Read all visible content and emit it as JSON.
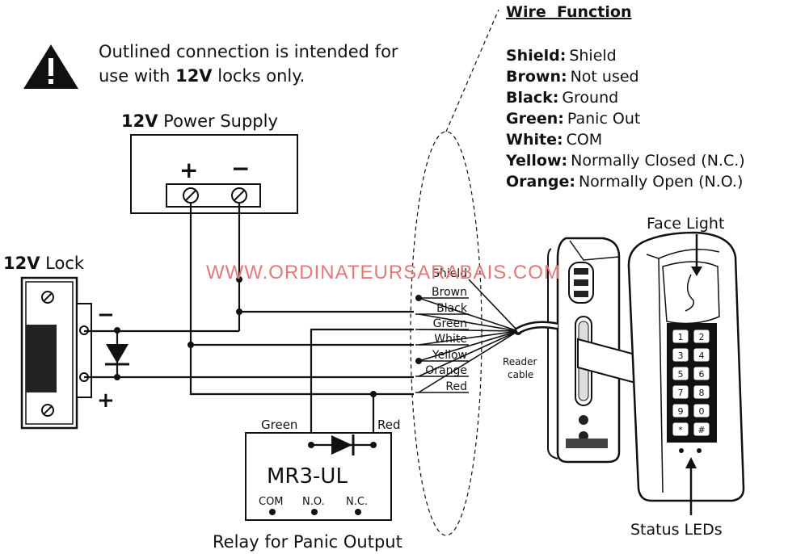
{
  "warning": {
    "line1": "Outlined connection is intended for",
    "line2_pre": "use with ",
    "line2_bold": "12V",
    "line2_post": " locks only."
  },
  "power_supply": {
    "title_bold": "12V",
    "title_rest": " Power Supply",
    "plus": "+",
    "minus": "−"
  },
  "lock": {
    "title_bold": "12V",
    "title_rest": " Lock",
    "minus": "−",
    "plus": "+"
  },
  "wire_function": {
    "heading": "Wire  Function",
    "items": [
      {
        "color": "Shield:",
        "function": "Shield"
      },
      {
        "color": "Brown:",
        "function": "Not used"
      },
      {
        "color": "Black:",
        "function": "Ground"
      },
      {
        "color": "Green:",
        "function": "Panic Out"
      },
      {
        "color": "White:",
        "function": "COM"
      },
      {
        "color": "Yellow:",
        "function": "Normally Closed (N.C.)"
      },
      {
        "color": "Orange:",
        "function": "Normally Open (N.O.)"
      }
    ]
  },
  "wires": [
    "Shield",
    "Brown",
    "Black",
    "Green",
    "White",
    "Yellow",
    "Orange",
    "Red"
  ],
  "reader_cable": {
    "line1": "Reader",
    "line2": "cable"
  },
  "relay": {
    "green_label": "Green",
    "red_label": "Red",
    "model": "MR3-UL",
    "terminals": [
      "COM",
      "N.O.",
      "N.C."
    ],
    "caption": "Relay for Panic Output"
  },
  "keypad": {
    "face_light": "Face Light",
    "status_leds": "Status LEDs",
    "keys": [
      "1",
      "2",
      "3",
      "4",
      "5",
      "6",
      "7",
      "8",
      "9",
      "0",
      "*",
      "#"
    ]
  },
  "watermark": "WWW.ORDINATEURSARABAIS.COM"
}
